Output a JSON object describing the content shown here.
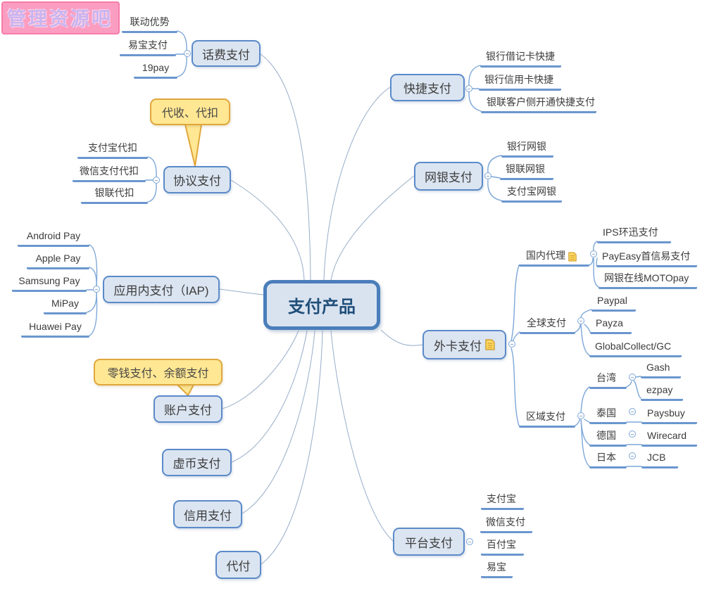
{
  "watermark": {
    "text": "管理资源吧"
  },
  "root": {
    "label": "支付产品"
  },
  "branches": {
    "huafei": {
      "label": "话费支付",
      "children": [
        "联动优势",
        "易宝支付",
        "19pay"
      ]
    },
    "xieyi": {
      "label": "协议支付",
      "callout": "代收、代扣",
      "children": [
        "支付宝代扣",
        "微信支付代扣",
        "银联代扣"
      ]
    },
    "iap": {
      "label": "应用内支付（IAP)",
      "children": [
        "Android Pay",
        "Apple Pay",
        "Samsung Pay",
        "MiPay",
        "Huawei Pay"
      ]
    },
    "zhanghu": {
      "label": "账户支付",
      "callout": "零钱支付、余额支付"
    },
    "xubi": {
      "label": "虚币支付"
    },
    "xinyong": {
      "label": "信用支付"
    },
    "daifu": {
      "label": "代付"
    },
    "kuaijie": {
      "label": "快捷支付",
      "children": [
        "银行借记卡快捷",
        "银行信用卡快捷",
        "银联客户侧开通快捷支付"
      ]
    },
    "wangyin": {
      "label": "网银支付",
      "children": [
        "银行网银",
        "银联网银",
        "支付宝网银"
      ]
    },
    "waika": {
      "label": "外卡支付",
      "has_note_icon": true,
      "subgroups": {
        "guonei": {
          "label": "国内代理",
          "has_note_icon": true,
          "children": [
            "IPS环迅支付",
            "PayEasy首信易支付",
            "网银在线MOTOpay"
          ]
        },
        "quanqiu": {
          "label": "全球支付",
          "children": [
            "Paypal",
            "Payza",
            "GlobalCollect/GC"
          ]
        },
        "quyu": {
          "label": "区域支付",
          "regions": [
            {
              "label": "台湾",
              "children": [
                "Gash",
                "ezpay"
              ]
            },
            {
              "label": "泰国",
              "children": [
                "Paysbuy"
              ]
            },
            {
              "label": "德国",
              "children": [
                "Wirecard"
              ]
            },
            {
              "label": "日本",
              "children": [
                "JCB"
              ]
            }
          ]
        }
      }
    },
    "pingtai": {
      "label": "平台支付",
      "children": [
        "支付宝",
        "微信支付",
        "百付宝",
        "易宝"
      ]
    }
  },
  "colors": {
    "node_fill": "#DBE5F1",
    "node_border": "#5B8AC9",
    "root_border": "#4A7EBB",
    "root_text": "#1F4E79",
    "underline": "#6A96CE",
    "connector": "#97ADC9",
    "brace": "#7DA7D8",
    "callout_fill": "#FFE793",
    "callout_border": "#E0A73C",
    "note_icon": "#FFD966",
    "watermark_bg": "#FB9DC1",
    "watermark_text": "#C9B4F0"
  }
}
